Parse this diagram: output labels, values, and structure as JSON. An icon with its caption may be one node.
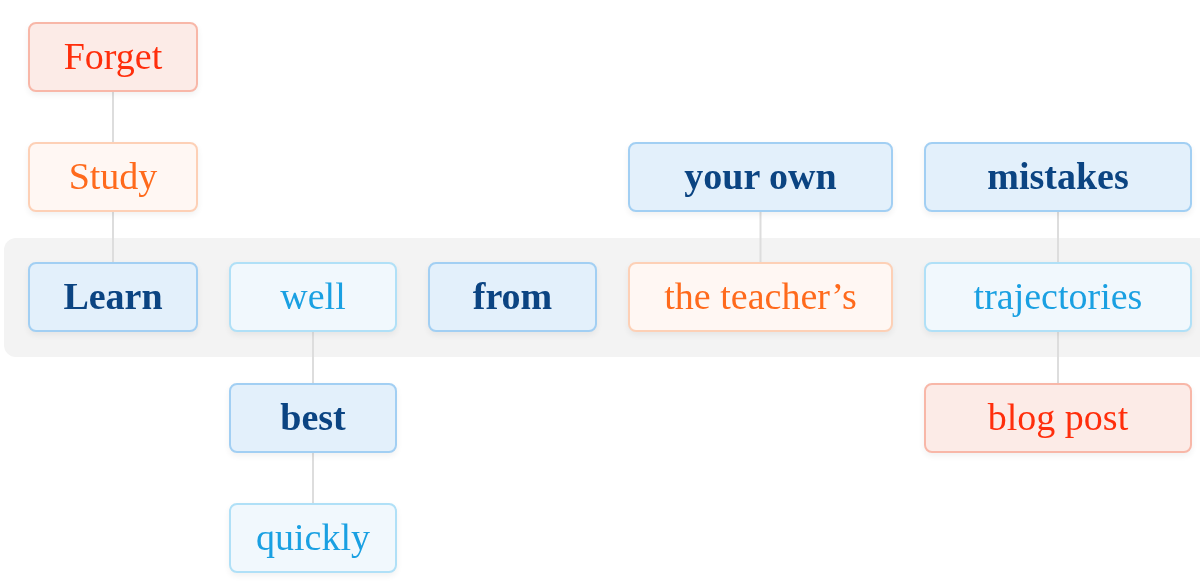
{
  "diagram": {
    "nodes": [
      {
        "text": [
          "Forget"
        ]
      },
      {
        "text": [
          "Study"
        ]
      },
      {
        "text": [
          "your own"
        ]
      },
      {
        "text": [
          "mistakes"
        ]
      },
      {
        "text": [],
        "shape": "band"
      },
      {
        "text": [
          "Learn"
        ],
        "in": 4
      },
      {
        "text": [
          "well"
        ],
        "in": 4
      },
      {
        "text": [
          "from"
        ],
        "in": 4
      },
      {
        "text": [
          "the teacher’s"
        ],
        "in": 4
      },
      {
        "text": [
          "trajectories"
        ],
        "in": 4
      },
      {
        "text": [
          "best"
        ]
      },
      {
        "text": [
          "blog post"
        ]
      },
      {
        "text": [
          "quickly"
        ]
      }
    ],
    "edges": [
      {
        "from": 0,
        "to": 1,
        "arrow": "none"
      },
      {
        "from": 1,
        "to": 5,
        "arrow": "none"
      },
      {
        "from": 2,
        "to": 8,
        "arrow": "none"
      },
      {
        "from": 3,
        "to": 9,
        "arrow": "none"
      },
      {
        "from": 6,
        "to": 10,
        "arrow": "none"
      },
      {
        "from": 9,
        "to": 11,
        "arrow": "none"
      },
      {
        "from": 10,
        "to": 12,
        "arrow": "none"
      }
    ]
  }
}
